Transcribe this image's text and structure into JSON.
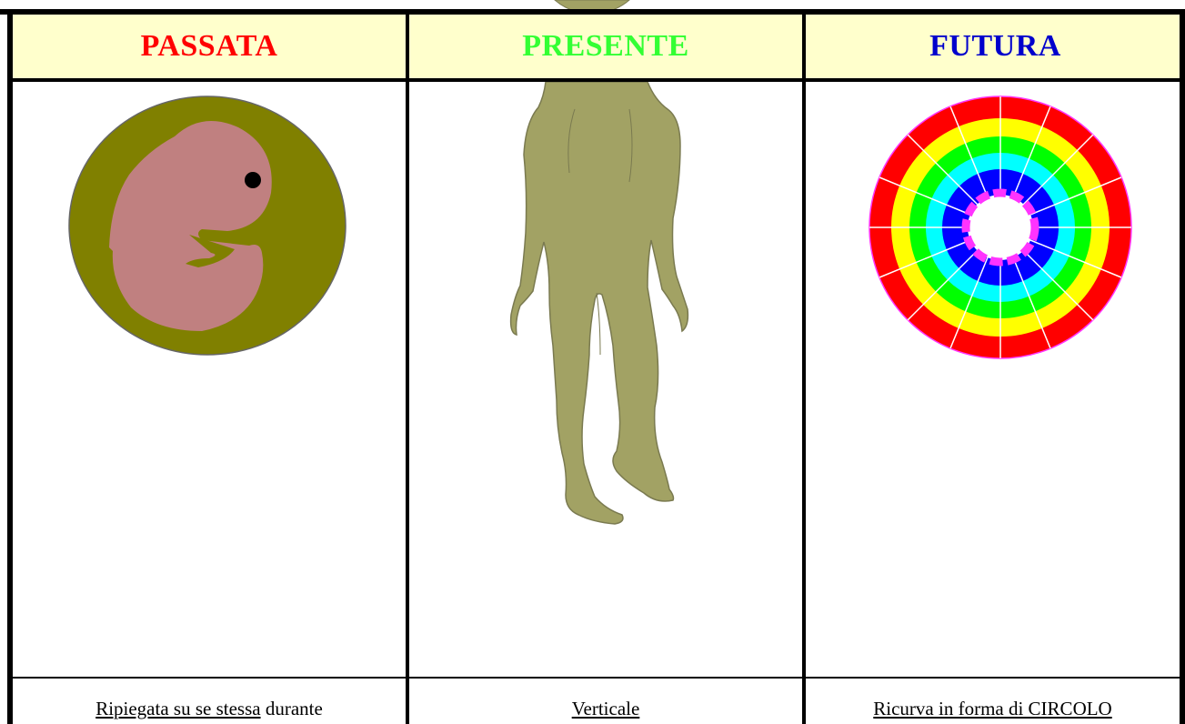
{
  "columns": [
    {
      "title": "PASSATA",
      "color": "#ff0000",
      "caption_underlined": "Ripiegata su se stessa",
      "caption_plain": " durante"
    },
    {
      "title": "PRESENTE",
      "color": "#33ff33",
      "caption_underlined": "Verticale",
      "caption_plain": ""
    },
    {
      "title": "FUTURA",
      "color": "#0000cc",
      "caption_underlined": "Ricurva in forma di CIRCOLO",
      "caption_plain": ""
    }
  ],
  "colors": {
    "header_bg": "#ffffcc",
    "womb": "#808000",
    "embryo": "#c08080",
    "figure": "#a2a264",
    "rainbow": [
      "#ff0000",
      "#ffff00",
      "#00ff00",
      "#00ffff",
      "#0000ff",
      "#ffffff"
    ],
    "ring_dots": "#ff33ff"
  },
  "icons": [
    "embryo-in-womb-icon",
    "standing-human-figure-icon",
    "rainbow-circle-icon"
  ]
}
